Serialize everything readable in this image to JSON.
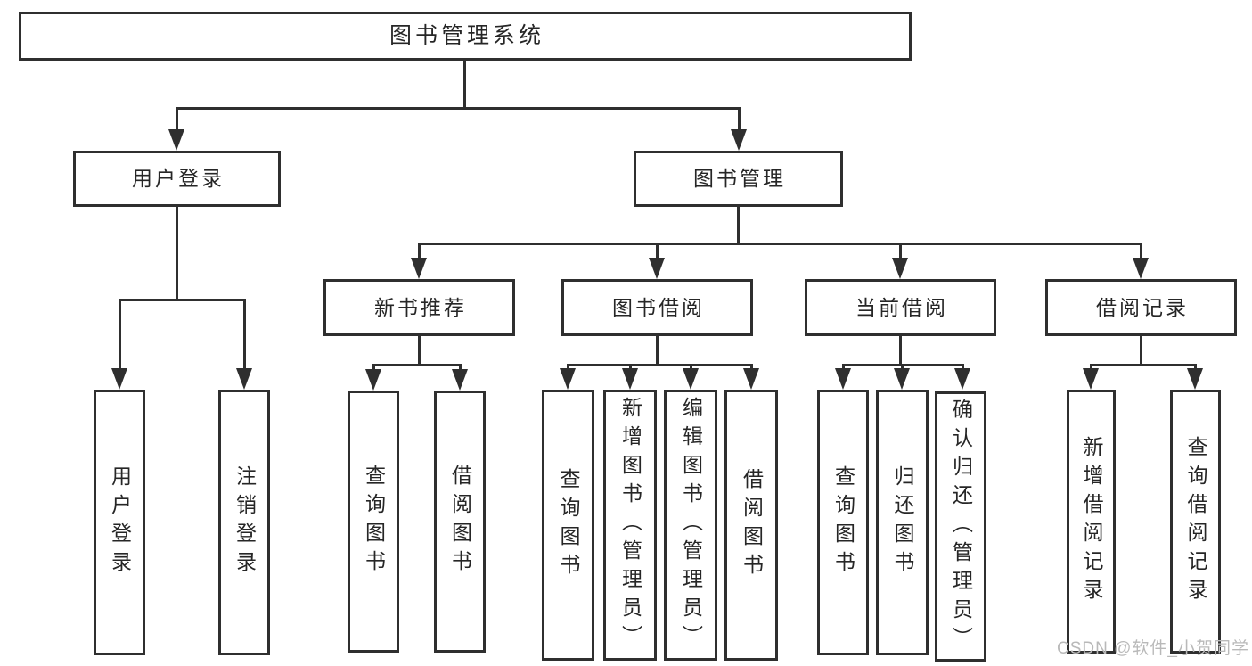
{
  "diagram": {
    "root": {
      "label": "图书管理系统"
    },
    "level1": [
      {
        "label": "用户登录"
      },
      {
        "label": "图书管理"
      }
    ],
    "level2": [
      {
        "label": "新书推荐"
      },
      {
        "label": "图书借阅"
      },
      {
        "label": "当前借阅"
      },
      {
        "label": "借阅记录"
      }
    ],
    "leaves": [
      {
        "label": "用户登录"
      },
      {
        "label": "注销登录"
      },
      {
        "label": "查询图书"
      },
      {
        "label": "借阅图书"
      },
      {
        "label": "查询图书"
      },
      {
        "label": "新增图书（管理员）"
      },
      {
        "label": "编辑图书（管理员）"
      },
      {
        "label": "借阅图书"
      },
      {
        "label": "查询图书"
      },
      {
        "label": "归还图书"
      },
      {
        "label": "确认归还（管理员）"
      },
      {
        "label": "新增借阅记录"
      },
      {
        "label": "查询借阅记录"
      }
    ]
  },
  "watermark": {
    "text": "CSDN @软件_小贺同学"
  },
  "colors": {
    "line": "#2f2f2f",
    "text": "#262626",
    "background": "#ffffff",
    "watermark": "#b9b9b9"
  }
}
